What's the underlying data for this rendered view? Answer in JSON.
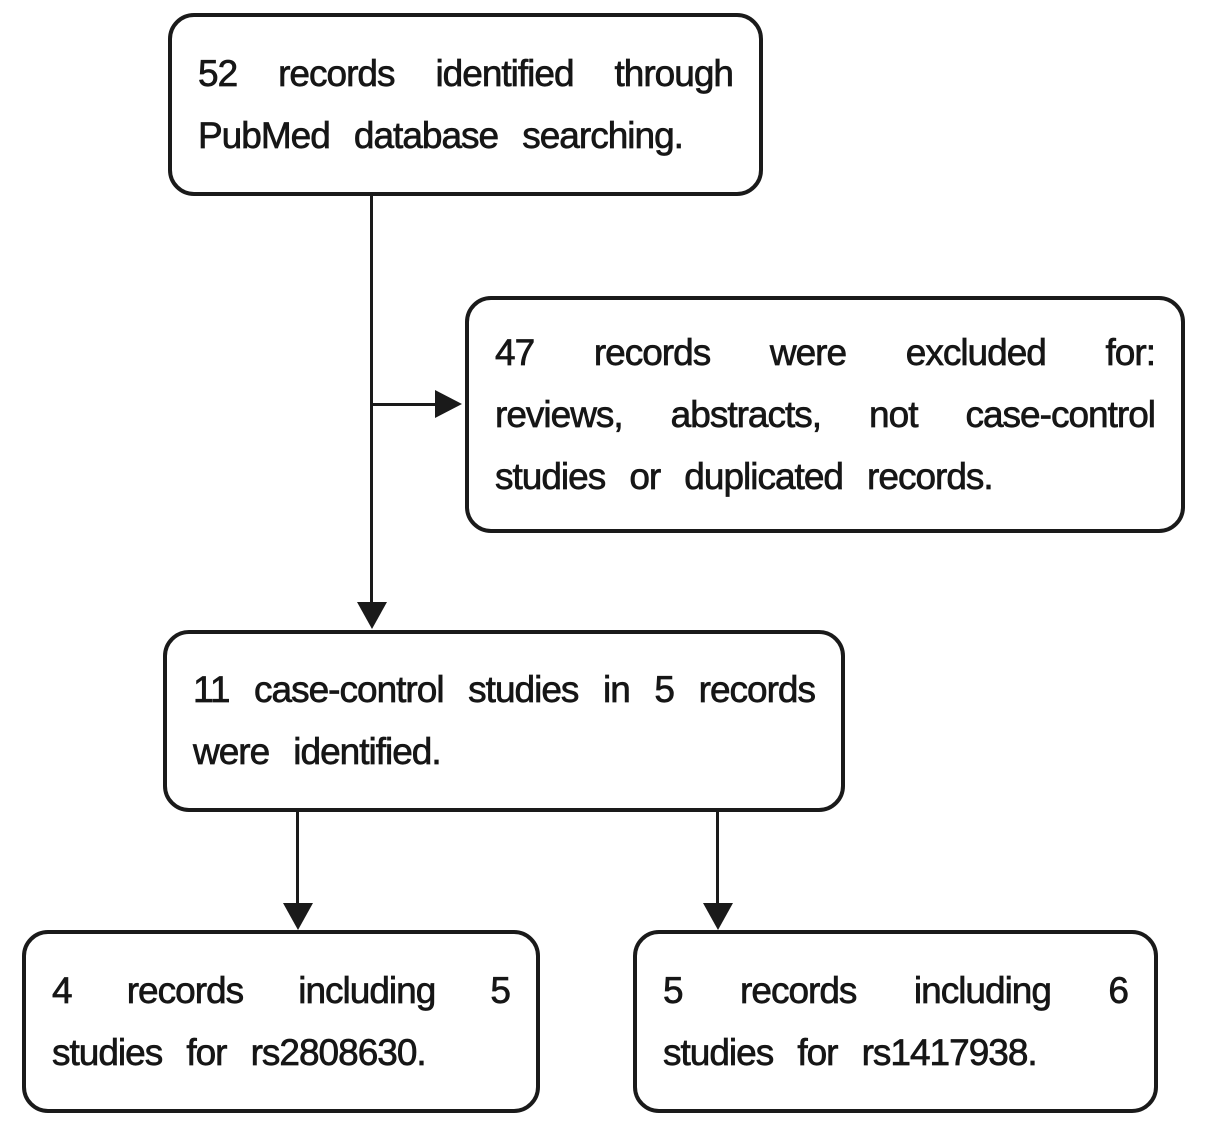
{
  "flowchart": {
    "type": "study-selection-flow-diagram",
    "nodes": [
      {
        "id": "records-identified",
        "text": "52 records identified through PubMed database searching."
      },
      {
        "id": "records-excluded",
        "text": "47 records were excluded for: reviews, abstracts, not case-control studies or duplicated records."
      },
      {
        "id": "studies-identified",
        "text": "11 case-control studies in 5 records were identified."
      },
      {
        "id": "rs2808630-group",
        "text": "4 records including 5 studies for rs2808630."
      },
      {
        "id": "rs1417938-group",
        "text": "5 records including 6 studies for rs1417938."
      }
    ],
    "edges": [
      {
        "from": "records-identified",
        "to": "studies-identified"
      },
      {
        "from": "records-identified",
        "to": "records-excluded"
      },
      {
        "from": "studies-identified",
        "to": "rs2808630-group"
      },
      {
        "from": "studies-identified",
        "to": "rs1417938-group"
      }
    ],
    "colors": {
      "stroke": "#1a1a1a",
      "box_fill": "#ffffff",
      "background": "#ffffff",
      "text": "#161616"
    }
  }
}
